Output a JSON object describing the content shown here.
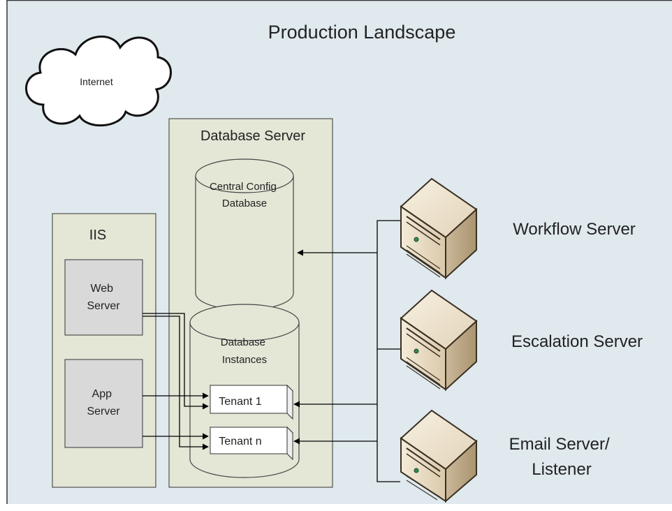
{
  "title": "Production Landscape",
  "internet": {
    "label": "Internet"
  },
  "iis": {
    "label": "IIS",
    "web_server": [
      "Web",
      "Server"
    ],
    "app_server": [
      "App",
      "Server"
    ]
  },
  "database_server": {
    "label": "Database Server",
    "central_config": [
      "Central Config",
      "Database"
    ],
    "instances": [
      "Database",
      "Instances"
    ],
    "tenant_1": "Tenant 1",
    "tenant_n": "Tenant n"
  },
  "servers": {
    "workflow": [
      "Workflow Server"
    ],
    "escalation": [
      "Escalation Server"
    ],
    "email": [
      "Email Server/",
      "Listener"
    ]
  },
  "colors": {
    "background": "#dfe9ee",
    "panel": "#e4e6d6",
    "box": "#d9d9d9",
    "server_light": "#ede1cb",
    "server_mid": "#d5c3a2",
    "server_dark": "#bba788"
  }
}
